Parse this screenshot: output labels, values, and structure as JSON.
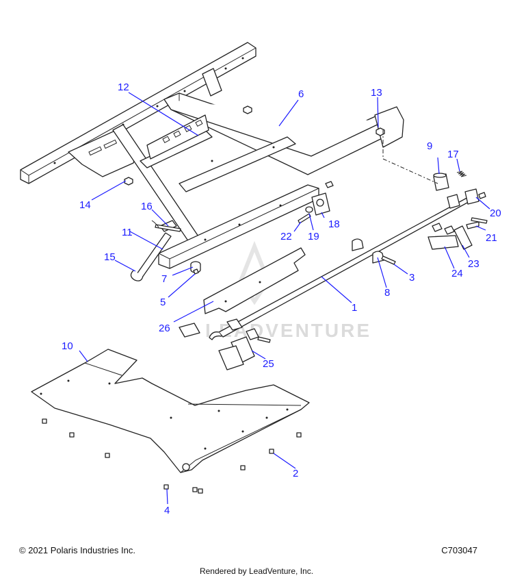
{
  "diagram": {
    "callouts": [
      {
        "id": "c1",
        "text": "1"
      },
      {
        "id": "c2",
        "text": "2"
      },
      {
        "id": "c3",
        "text": "3"
      },
      {
        "id": "c4",
        "text": "4"
      },
      {
        "id": "c5",
        "text": "5"
      },
      {
        "id": "c6",
        "text": "6"
      },
      {
        "id": "c7",
        "text": "7"
      },
      {
        "id": "c8",
        "text": "8"
      },
      {
        "id": "c9",
        "text": "9"
      },
      {
        "id": "c10",
        "text": "10"
      },
      {
        "id": "c11",
        "text": "11"
      },
      {
        "id": "c12",
        "text": "12"
      },
      {
        "id": "c13",
        "text": "13"
      },
      {
        "id": "c14",
        "text": "14"
      },
      {
        "id": "c15",
        "text": "15"
      },
      {
        "id": "c16",
        "text": "16"
      },
      {
        "id": "c17",
        "text": "17"
      },
      {
        "id": "c18",
        "text": "18"
      },
      {
        "id": "c19",
        "text": "19"
      },
      {
        "id": "c20",
        "text": "20"
      },
      {
        "id": "c21",
        "text": "21"
      },
      {
        "id": "c22",
        "text": "22"
      },
      {
        "id": "c23",
        "text": "23"
      },
      {
        "id": "c24",
        "text": "24"
      },
      {
        "id": "c25",
        "text": "25"
      },
      {
        "id": "c26",
        "text": "26"
      }
    ],
    "watermark": "LEADVENTURE",
    "callout_color": "#1a1aff",
    "line_color": "#222222"
  },
  "footer": {
    "copyright": "© 2021 Polaris Industries Inc.",
    "diagram_code": "C703047",
    "rendered_by": "Rendered by LeadVenture, Inc."
  }
}
